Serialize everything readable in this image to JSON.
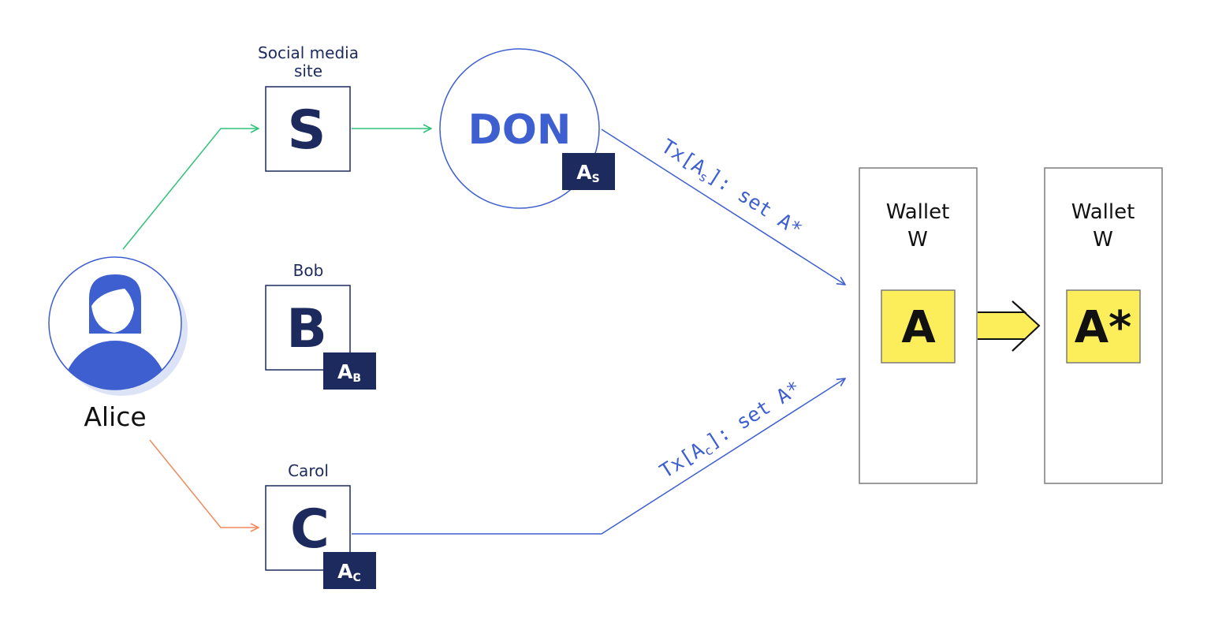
{
  "colors": {
    "navy": "#1c2a5e",
    "blue": "#3d5fd0",
    "green": "#2fc27a",
    "orange": "#f08a5d",
    "yellow": "#fcee5a",
    "gray": "#7b7b7b",
    "shadow": "#dde3f6"
  },
  "alice": {
    "label": "Alice",
    "icon": "user-avatar-icon"
  },
  "social": {
    "caption_line1": "Social media",
    "caption_line2": "site",
    "letter": "S"
  },
  "don": {
    "label": "DON",
    "key_main": "A",
    "key_sub": "S"
  },
  "bob": {
    "caption": "Bob",
    "letter": "B",
    "key_main": "A",
    "key_sub": "B"
  },
  "carol": {
    "caption": "Carol",
    "letter": "C",
    "key_main": "A",
    "key_sub": "C"
  },
  "tx_top": {
    "prefix": "Tx[A",
    "sub": "s",
    "suffix": "]: set A*"
  },
  "tx_bottom": {
    "prefix": "Tx[A",
    "sub": "c",
    "suffix": "]: set A*"
  },
  "wallet_before": {
    "title_line1": "Wallet",
    "title_line2": "W",
    "key": "A"
  },
  "wallet_after": {
    "title_line1": "Wallet",
    "title_line2": "W",
    "key": "A*"
  },
  "transition_arrow": {
    "icon": "hollow-right-arrow-icon"
  }
}
